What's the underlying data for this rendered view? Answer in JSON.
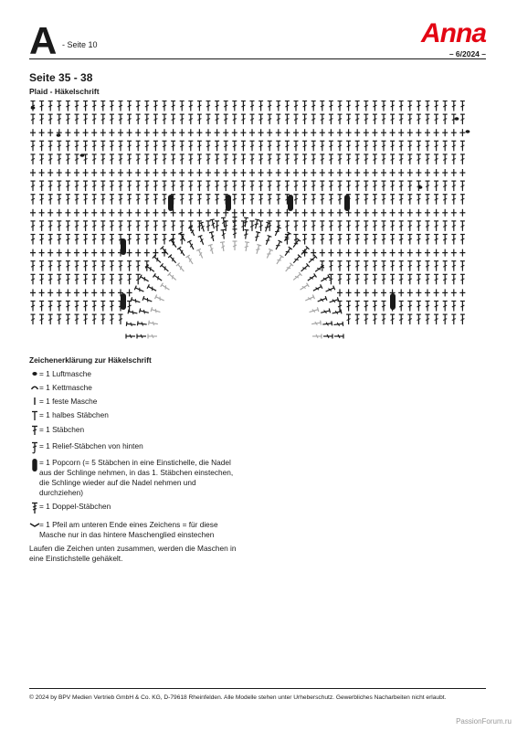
{
  "header": {
    "section_letter": "A",
    "page_label": "- Seite 10",
    "logo": "Anna",
    "issue": "– 6/2024 –"
  },
  "title": {
    "pages": "Seite 35 - 38",
    "pattern": "Plaid - Häkelschrift"
  },
  "chart": {
    "description_icon": "crochet-chart",
    "symbol_color": "#1a1a1a",
    "inner_arc_color": "#a6a6a6"
  },
  "legend": {
    "title": "Zeichenerklärung zur Häkelschrift",
    "items": [
      {
        "icon": "chain-stitch-icon",
        "text": "= 1 Luftmasche"
      },
      {
        "icon": "slip-stitch-icon",
        "text": "= 1 Kettmasche"
      },
      {
        "icon": "single-crochet-icon",
        "text": "= 1 feste Masche"
      },
      {
        "icon": "half-double-crochet-icon",
        "text": "= 1 halbes Stäbchen"
      },
      {
        "icon": "double-crochet-icon",
        "text": "= 1 Stäbchen"
      },
      {
        "icon": "back-post-double-crochet-icon",
        "text": "= 1 Relief-Stäbchen von hinten"
      },
      {
        "icon": "popcorn-icon",
        "text": "= 1 Popcorn (= 5 Stäbchen in eine Einstichelle, die Nadel aus der Schlinge nehmen, in das 1. Stäbchen einstechen, die Schlinge wieder auf die Nadel nehmen und durchziehen)"
      },
      {
        "icon": "treble-crochet-icon",
        "text": "= 1 Doppel-Stäbchen"
      },
      {
        "icon": "back-loop-arrow-icon",
        "text": "= 1 Pfeil am unteren Ende eines Zeichens = für diese Masche nur in das hintere Maschenglied einstechen"
      }
    ],
    "note": "Laufen die Zeichen unten zusammen, werden die Maschen in eine Einstichstelle gehäkelt."
  },
  "footer": {
    "copyright": "© 2024 by BPV Medien Vertrieb GmbH & Co. KG, D-79618 Rheinfelden. Alle Modelle stehen unter Urheberschutz. Gewerbliches Nacharbeiten nicht erlaubt.",
    "watermark": "PassionForum.ru"
  }
}
